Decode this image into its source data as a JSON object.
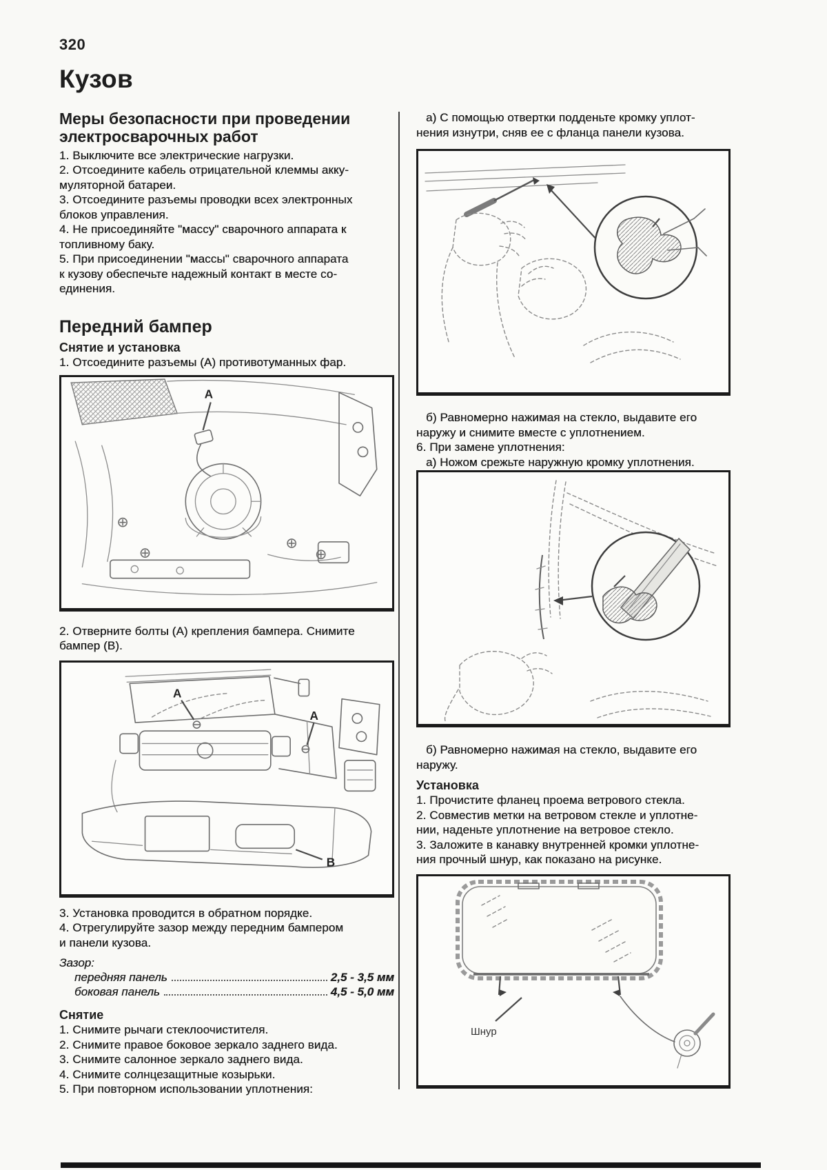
{
  "page": {
    "number": "320",
    "title": "Кузов"
  },
  "left": {
    "safety_heading": "Меры безопасности при проведении\nэлектросварочных работ",
    "safety_items": [
      "1. Выключите все электрические нагрузки.",
      "2. Отсоедините кабель отрицательной клеммы акку-\nмуляторной батареи.",
      "3. Отсоедините разъемы проводки всех электронных\nблоков управления.",
      "4. Не присоединяйте \"массу\" сварочного аппарата к\nтопливному баку.",
      "5. При присоединении \"массы\" сварочного аппарата\nк кузову обеспечьте надежный контакт в месте со-\nединения."
    ],
    "bumper_heading": "Передний бампер",
    "bumper_subheading": "Снятие и установка",
    "bumper_steps": {
      "s1": "1. Отсоедините разъемы (А) противотуманных фар.",
      "s2": "2. Отверните болты (А) крепления бампера. Снимите\nбампер (В).",
      "s3": "3. Установка проводится в обратном порядке.",
      "s4": "4. Отрегулируйте зазор между передним бампером\nи панели кузова."
    },
    "gap": {
      "label": "Зазор:",
      "rows": [
        {
          "name": "передняя панель",
          "value": "2,5 - 3,5 мм"
        },
        {
          "name": "боковая панель",
          "value": "4,5 - 5,0 мм"
        }
      ]
    },
    "removal_heading": "Снятие",
    "removal_items": [
      "1. Снимите рычаги стеклоочистителя.",
      "2. Снимите правое боковое зеркало заднего вида.",
      "3. Снимите салонное зеркало заднего вида.",
      "4. Снимите солнцезащитные козырьки.",
      "5. При повторном использовании уплотнения:"
    ]
  },
  "right": {
    "step_5a": "а) С помощью отвертки подденьте кромку уплот-\nнения изнутри, сняв ее с фланца панели кузова.",
    "step_5b": "б) Равномерно нажимая на стекло, выдавите его\nнаружу и снимите вместе с уплотнением.",
    "step_6": "6. При замене уплотнения:",
    "step_6a": "а) Ножом срежьте наружную кромку уплотнения.",
    "step_6b": "б) Равномерно нажимая на стекло, выдавите его\nнаружу.",
    "install_heading": "Установка",
    "install_items": [
      "1. Прочистите фланец проема ветрового стекла.",
      "2. Совместив метки на ветровом стекле и уплотне-\nнии, наденьте уплотнение на ветровое стекло.",
      "3. Заложите в канавку внутренней кромки уплотне-\nния прочный шнур, как показано на рисунке."
    ]
  },
  "figures": {
    "fog_lamp_label_a": "А",
    "bumper_label_a1": "А",
    "bumper_label_a2": "А",
    "bumper_label_b": "В",
    "cord_label": "Шнур"
  }
}
